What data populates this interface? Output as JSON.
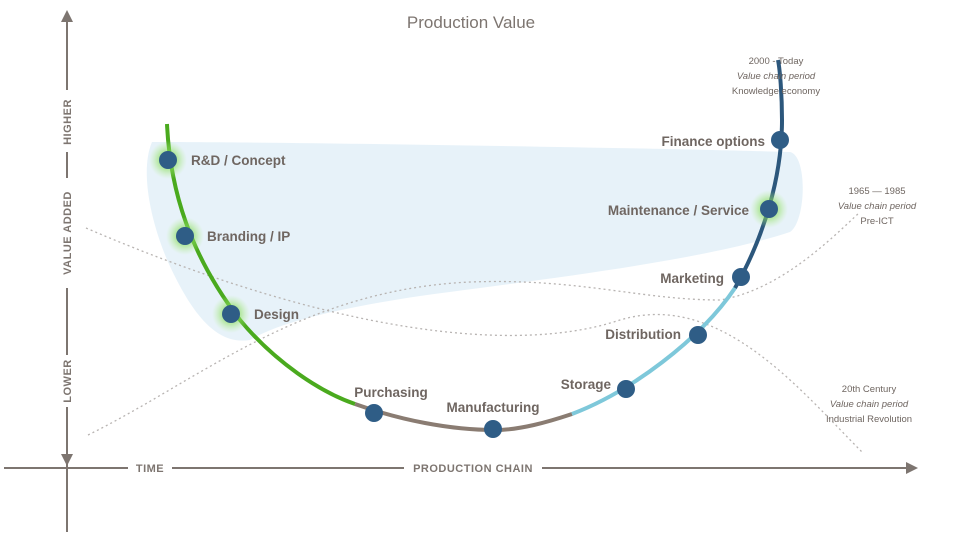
{
  "title": "Production Value",
  "axes": {
    "y_top": "HIGHER",
    "y_mid": "VALUE ADDED",
    "y_bottom": "LOWER",
    "x_left": "TIME",
    "x_mid": "PRODUCTION CHAIN"
  },
  "nodes": [
    {
      "label": "R&D / Concept",
      "glow": true
    },
    {
      "label": "Branding / IP",
      "glow": true
    },
    {
      "label": "Design",
      "glow": true
    },
    {
      "label": "Purchasing",
      "glow": false
    },
    {
      "label": "Manufacturing",
      "glow": false
    },
    {
      "label": "Storage",
      "glow": false
    },
    {
      "label": "Distribution",
      "glow": false
    },
    {
      "label": "Marketing",
      "glow": false
    },
    {
      "label": "Maintenance / Service",
      "glow": true
    },
    {
      "label": "Finance options",
      "glow": false
    }
  ],
  "eras": [
    {
      "years": "2000 - Today",
      "period": "Value chain period",
      "name": "Knowledge economy"
    },
    {
      "years": "1965 — 1985",
      "period": "Value chain period",
      "name": "Pre-ICT"
    },
    {
      "years": "20th Century",
      "period": "Value chain period",
      "name": "Industrial Revolution"
    }
  ],
  "colors": {
    "green": "#4aaa1e",
    "brown": "#8a7c72",
    "light_blue": "#7ec8da",
    "navy": "#2c577c",
    "node": "#2f5d86",
    "highlight": "#e4f1f8",
    "axis": "#7d7570"
  }
}
